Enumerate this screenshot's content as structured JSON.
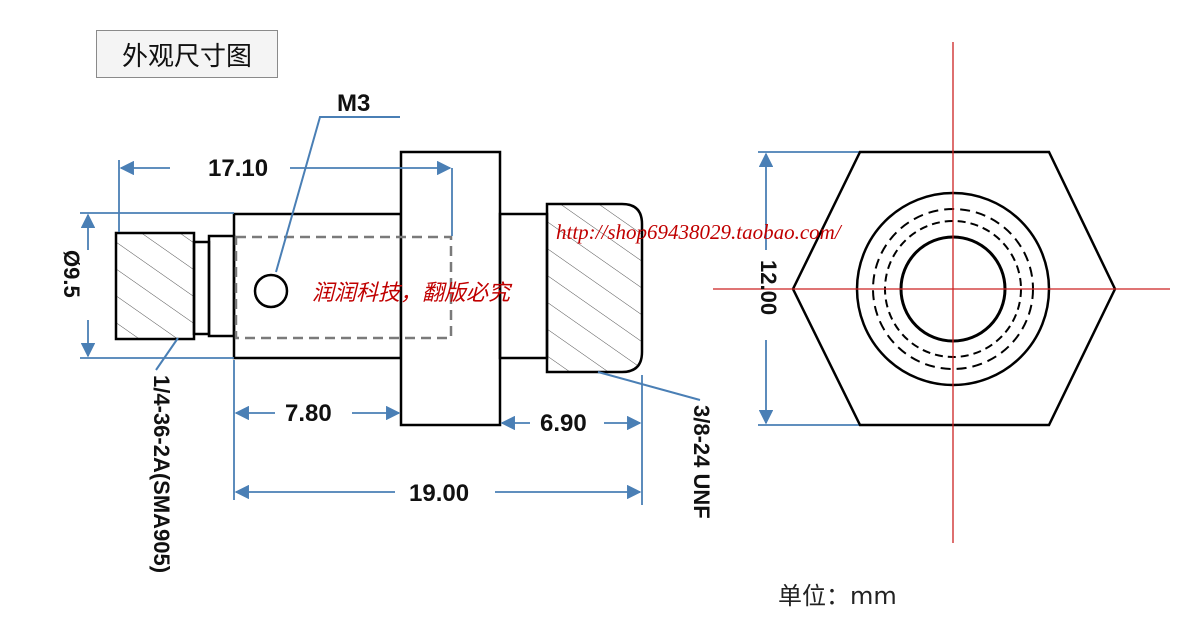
{
  "title": "外观尺寸图",
  "thread_label": "M3",
  "dimensions": {
    "overall_length_to_flange": "17.10",
    "diameter": "Ø9.5",
    "to_flange": "7.80",
    "rear_section": "6.90",
    "total_length": "19.00",
    "hex_across_flats": "12.00"
  },
  "callouts": {
    "left_thread": "1/4-36-2A(SMA905)",
    "right_thread": "3/8-24 UNF"
  },
  "watermark": {
    "chinese": "润润科技，翻版必究",
    "url": "http://shop69438029.taobao.com/"
  },
  "units": "单位：mm",
  "colors": {
    "outline": "#000000",
    "dimension": "#4a7fb5",
    "centerline": "#cc2222",
    "hidden": "#7a7a7a",
    "watermark": "#c00000"
  }
}
